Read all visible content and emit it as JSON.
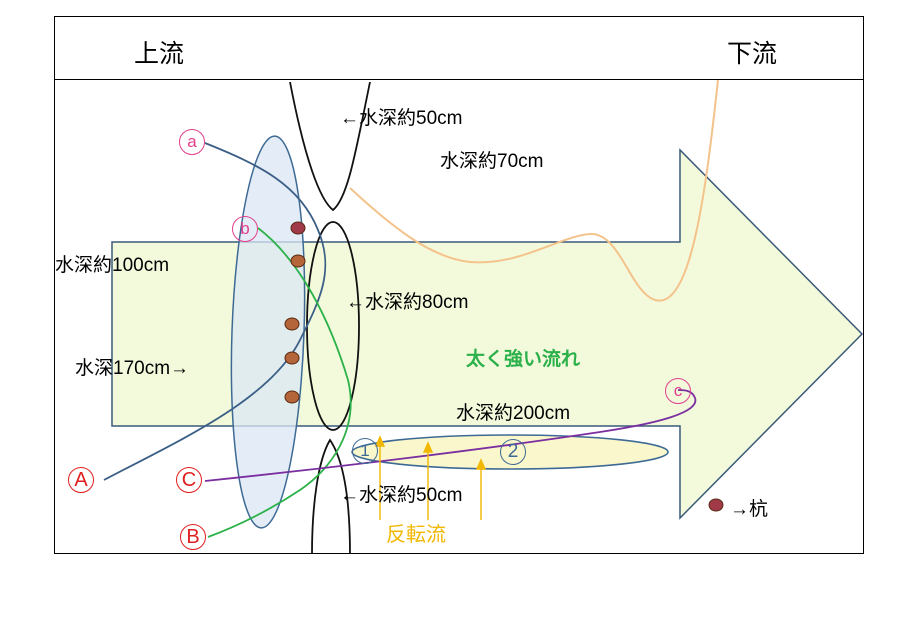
{
  "header": {
    "upstream": "上流",
    "downstream": "下流"
  },
  "depth_labels": {
    "top_narrow": "←水深約50cm",
    "top_right": "水深約70cm",
    "left_100": "水深約100cm",
    "center_80": "←水深約80cm",
    "left_170": "水深170cm→",
    "deep_200": "水深約200cm",
    "bottom_narrow": "←水深約50cm"
  },
  "flow_label": "太く強い流れ",
  "reverse_flow_label": "反転流",
  "legend": {
    "stake_label": "→杭"
  },
  "markers": {
    "a": "a",
    "b": "b",
    "c": "c",
    "A": "A",
    "B": "B",
    "C": "C",
    "one": "1",
    "two": "2"
  },
  "colors": {
    "arrow_fill": "#f3fadc",
    "arrow_stroke": "#3a5a78",
    "ellipse_fill": "#dbe7f4",
    "ellipse_stroke": "#3d6a94",
    "line_a": "#3b5f86",
    "line_b": "#2cb24a",
    "line_c": "#7a2fa0",
    "orange_line": "#f4c38c",
    "reverse_flow": "#f2b700",
    "stake": "#b5653a",
    "pink": "#e0408c",
    "red": "#e02020",
    "flow_text": "#2bb04a"
  }
}
